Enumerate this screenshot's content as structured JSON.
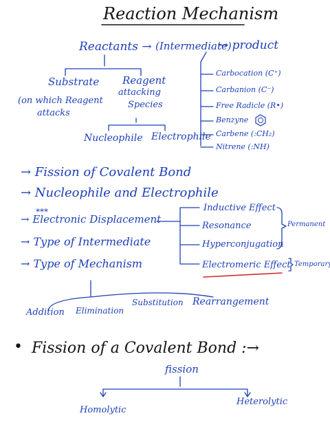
{
  "title": "Reaction Mechanism",
  "scheme": {
    "reactants": "Reactants →",
    "intermediate": "(Intermediate)",
    "product": "→ product"
  },
  "substrate": {
    "title": "Substrate",
    "note_l1": "(on which Reagent",
    "note_l2": "attacks"
  },
  "reagent": {
    "title": "Reagent",
    "note_l1": "attacking",
    "note_l2": "Species"
  },
  "reagent_types": [
    "Nucleophile",
    "Electrophile"
  ],
  "intermediates": [
    "Carbocation (C⁺)",
    "Carbanion (C⁻)",
    "Free Radicle (R•)",
    "Benzyne",
    "Carbene (:CH₂)",
    "Nitrene (:NH)"
  ],
  "topics": [
    "→ Fission of Covalent Bond",
    "→ Nucleophile and Electrophile",
    "→ Electronic Displacement",
    "→ Type of Intermediate",
    "→ Type of Mechanism"
  ],
  "star_mark": "***",
  "effects": [
    "Inductive Effect",
    "Resonance",
    "Hyperconjugation",
    "Electromeric Effect"
  ],
  "effect_groups": {
    "permanent": "Permanent",
    "temporary": "Temporary"
  },
  "mechanism_types": [
    "Addition",
    "Elimination",
    "Substitution",
    "Rearrangement"
  ],
  "fission": {
    "heading": "Fission of a Covalent Bond :→",
    "bullet": "•",
    "root": "fission",
    "types": [
      "Homolytic",
      "Heterolytic"
    ]
  },
  "colors": {
    "ink_blue": "#1d3fb8",
    "ink_black": "#141414",
    "underline_red": "#d8262b"
  }
}
